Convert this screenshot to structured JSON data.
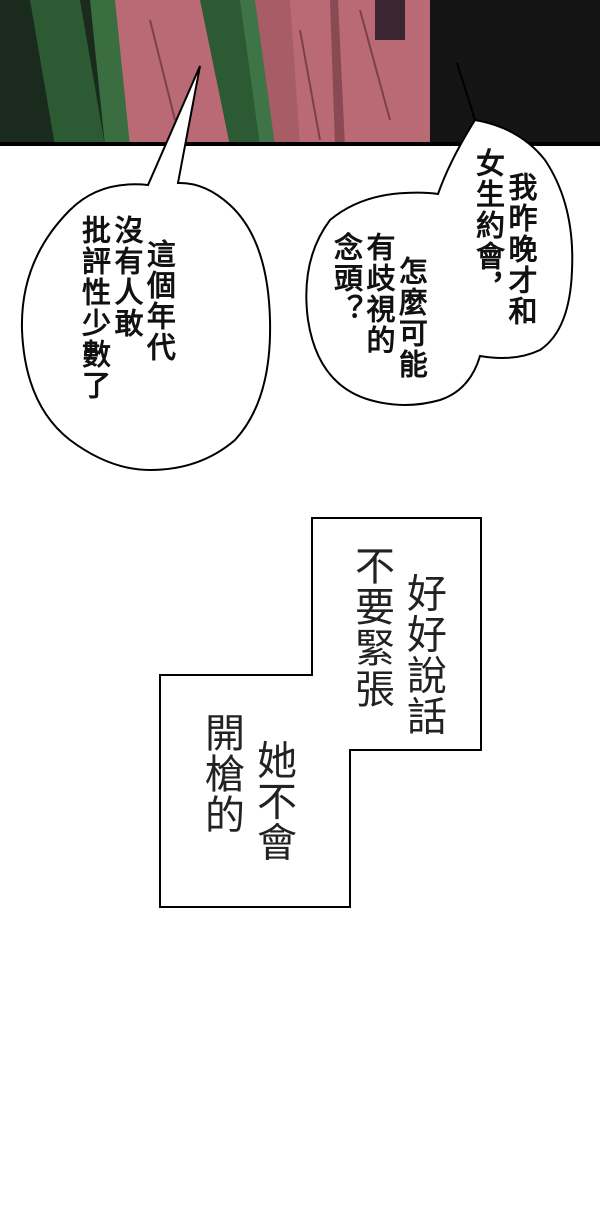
{
  "colors": {
    "background": "#ffffff",
    "panel_dark": "#111111",
    "jacket": "#b96a74",
    "hair_green": "#2c5a33",
    "ink": "#111111"
  },
  "bubble_left": {
    "col1": "這個年代",
    "col2": "沒有人敢",
    "col3": "批評性少數了"
  },
  "bubble_right": {
    "col1": "我昨晚才和",
    "col2": "女生約會，",
    "col3": "怎麼可能",
    "col4": "有歧視的",
    "col5": "念頭？"
  },
  "caption_box": {
    "col1": "好好說話",
    "col2": "不要緊張",
    "col3": "她不會",
    "col4": "開槍的"
  }
}
